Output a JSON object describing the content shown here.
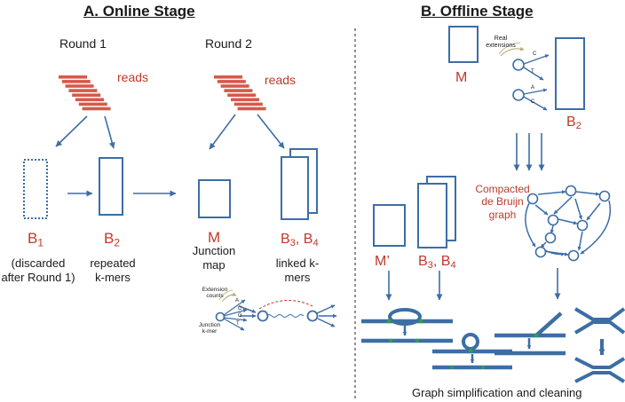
{
  "online": {
    "title": "A. Online Stage",
    "round1": "Round 1",
    "round2": "Round 2",
    "reads1": "reads",
    "reads2": "reads",
    "b1_letter": "B",
    "b1_sub": "1",
    "b1_caption": "(discarded\nafter Round 1)",
    "b2_letter": "B",
    "b2_sub": "2",
    "b2_caption": "repeated\nk-mers",
    "m_letter": "M",
    "m_caption": "Junction\nmap",
    "b34_b": "B",
    "b34_sub1": "3",
    "b34_sep": ", B",
    "b34_sub2": "4",
    "b34_caption": "linked k-\nmers",
    "ext_counts": "Extension\ncounts",
    "junction_kmer": "Junction\nk-mer",
    "bases": [
      "A",
      "C",
      "G",
      "T"
    ]
  },
  "offline": {
    "title": "B. Offline Stage",
    "m_letter": "M",
    "real_ext": "Real\nextensions",
    "bases": [
      "C",
      "T",
      "A",
      "C"
    ],
    "b2_letter": "B",
    "b2_sub": "2",
    "cdbg_label": "Compacted\nde Bruijn\ngraph",
    "mprime": "M’",
    "b34_b": "B",
    "b34_sub1": "3",
    "b34_sep": ", B",
    "b34_sub2": "4",
    "bottom_caption": "Graph simplification and cleaning"
  },
  "colors": {
    "blue": "#3c6ea5",
    "red": "#c0392b",
    "read_red": "#d45a4a",
    "green": "#2e9e4f",
    "olive": "#b1a66e"
  }
}
